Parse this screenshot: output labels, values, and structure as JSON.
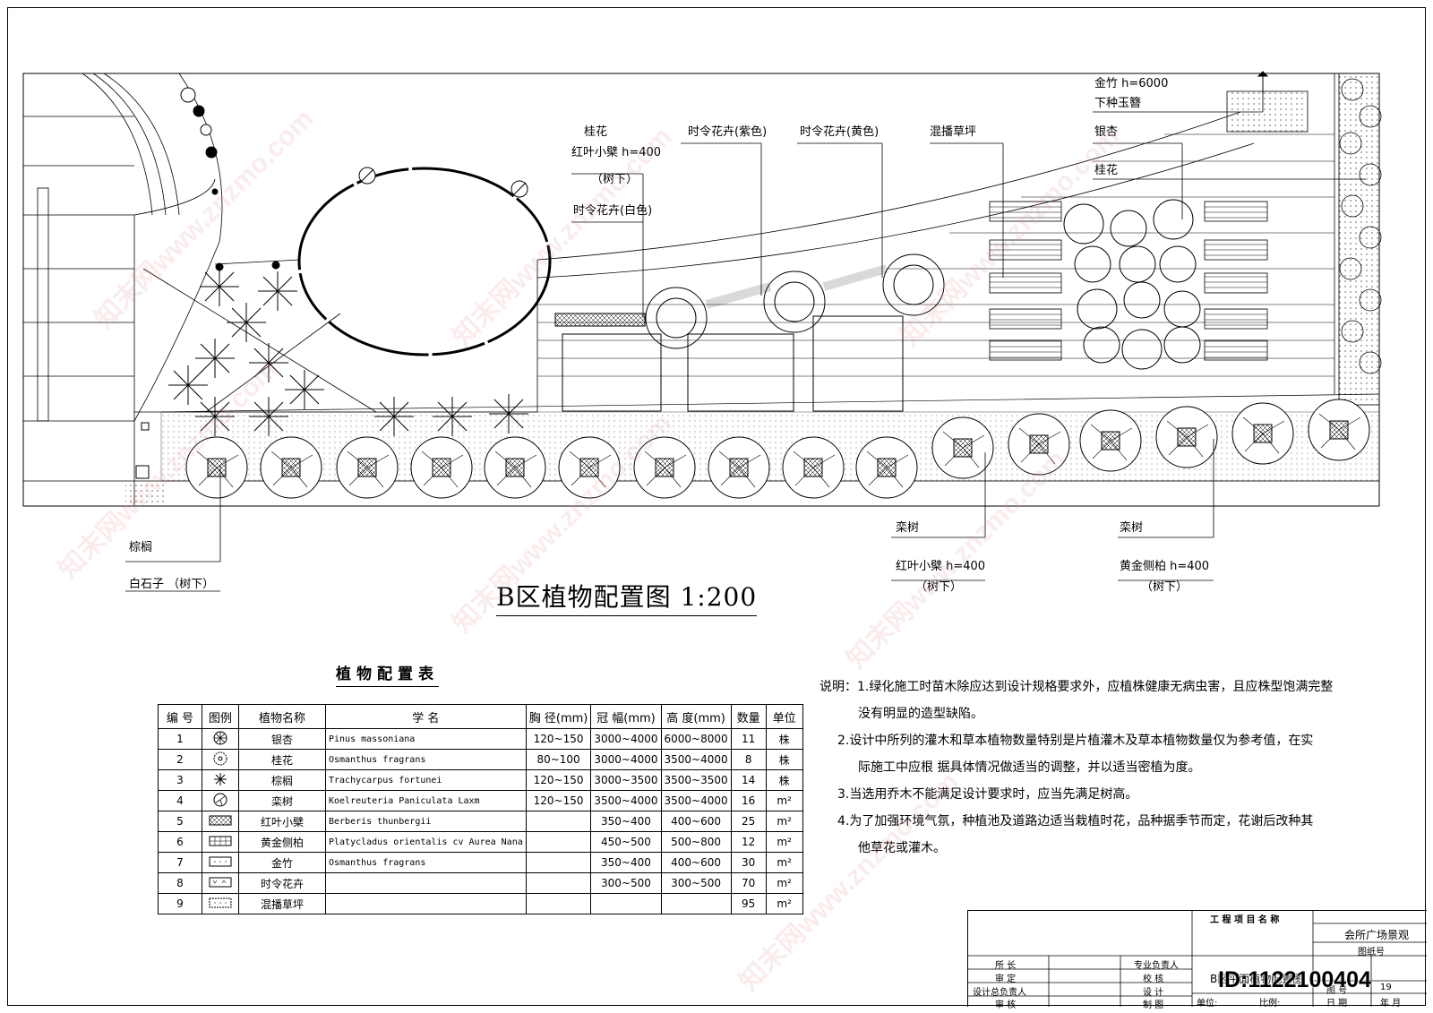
{
  "drawing_title": "B区植物配置图 1:200",
  "plan_labels": {
    "guihua_1": "桂花",
    "hongye_1": "红叶小檗  h=400",
    "shuxia_1": "（树下）",
    "shiling_bai": "时令花卉(白色)",
    "shiling_zi": "时令花卉(紫色)",
    "shiling_huang": "时令花卉(黄色)",
    "hunbo": "混播草坪",
    "jinzhu": "金竹   h=6000",
    "xiazhong": "下种玉簪",
    "yinxing": "银杏",
    "guihua_2": "桂花",
    "zonglv": "棕榈",
    "baishizi": "白石子  （树下）",
    "luanshu_1": "栾树",
    "hongye_2": "红叶小檗  h=400",
    "shuxia_2": "（树下）",
    "luanshu_2": "栾树",
    "huangjin": "黄金侧柏  h=400",
    "shuxia_3": "（树下）"
  },
  "table": {
    "title": "植物配置表",
    "headers": [
      "编 号",
      "图例",
      "植物名称",
      "学    名",
      "胸 径(mm)",
      "冠 幅(mm)",
      "高 度(mm)",
      "数量",
      "单位"
    ],
    "rows": [
      [
        "1",
        "yinxing-symbol",
        "银杏",
        "Pinus massoniana",
        "120~150",
        "3000~4000",
        "6000~8000",
        "11",
        "株"
      ],
      [
        "2",
        "guihua-symbol",
        "桂花",
        "Osmanthus fragrans",
        "80~100",
        "3000~4000",
        "3500~4000",
        "8",
        "株"
      ],
      [
        "3",
        "zonglv-symbol",
        "棕榈",
        "Trachycarpus fortunei",
        "120~150",
        "3000~3500",
        "3500~3500",
        "14",
        "株"
      ],
      [
        "4",
        "luanshu-symbol",
        "栾树",
        "Koelreuteria Paniculata Laxm",
        "120~150",
        "3500~4000",
        "3500~4000",
        "16",
        "m²"
      ],
      [
        "5",
        "hatch-cross",
        "红叶小檗",
        "Berberis thunbergii",
        "",
        "350~400",
        "400~600",
        "25",
        "m²"
      ],
      [
        "6",
        "hatch-grid",
        "黄金侧柏",
        "Platycladus orientalis cv Aurea Nana",
        "",
        "450~500",
        "500~800",
        "12",
        "m²"
      ],
      [
        "7",
        "hatch-dots",
        "金竹",
        "Osmanthus fragrans",
        "",
        "350~400",
        "400~600",
        "30",
        "m²"
      ],
      [
        "8",
        "hatch-flower",
        "时令花卉",
        "",
        "",
        "300~500",
        "300~500",
        "70",
        "m²"
      ],
      [
        "9",
        "hatch-fine",
        "混播草坪",
        "",
        "",
        "",
        "",
        "95",
        "m²"
      ]
    ]
  },
  "notes": [
    "说明：1.绿化施工时苗木除应达到设计规格要求外，应植株健康无病虫害，且应株型饱满完整",
    "没有明显的造型缺陷。",
    "2.设计中所列的灌木和草本植物数量特别是片植灌木及草本植物数量仅为参考值，在实",
    "际施工中应根 据具体情况做适当的调整，并以适当密植为度。",
    "3.当选用乔木不能满足设计要求时，应当先满足树高。",
    "4.为了加强环境气氛，种植池及道路边适当栽植时花，品种据季节而定，花谢后改种其",
    "他草花或灌木。"
  ],
  "title_block": {
    "project_name_label": "工 程 项 目 名 称",
    "project_name": "会所广场景观",
    "drawing_no_label": "图纸号",
    "drawing_name": "B区平面植物配置图",
    "page_label": "图 号",
    "page": "19",
    "date_label": "日 期",
    "date_value": "年 月",
    "unit_label": "单位:",
    "scale_label": "比例:",
    "roles": [
      "所  长",
      "审  定",
      "设计总负责人",
      "审  核"
    ],
    "roles2": [
      "专业负责人",
      "校  核",
      "设  计",
      "制  图"
    ]
  },
  "id_text": "ID:1122100404",
  "watermark": "知末网www.znzmo.com"
}
